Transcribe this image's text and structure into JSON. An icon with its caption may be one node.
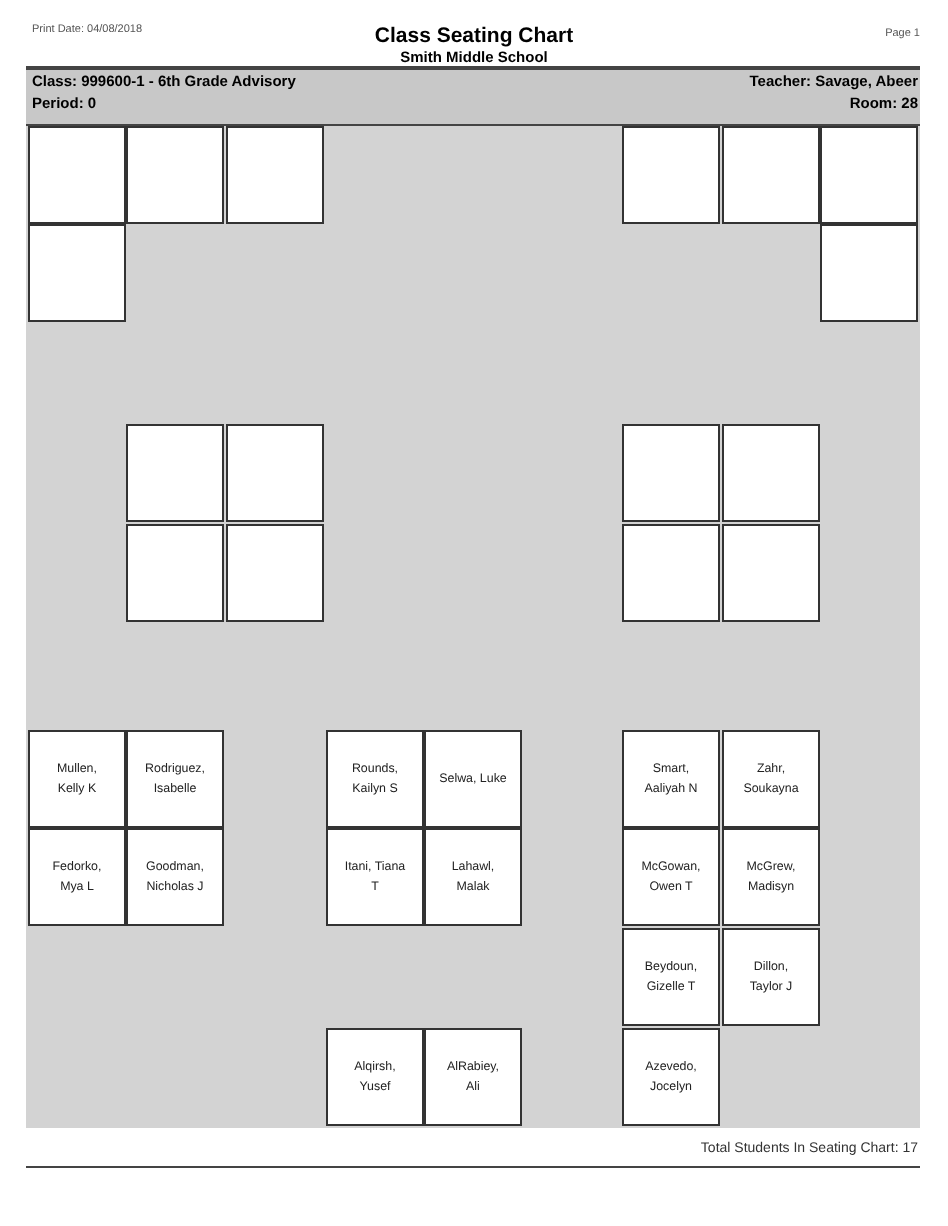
{
  "diagram": {
    "title": "Class Seating Chart",
    "nodes": [
      {
        "text": [],
        "shape": "box"
      },
      {
        "text": [],
        "shape": "box"
      },
      {
        "text": [],
        "shape": "box"
      },
      {
        "text": [],
        "shape": "box"
      },
      {
        "text": [],
        "shape": "box"
      },
      {
        "text": [],
        "shape": "box"
      },
      {
        "text": [],
        "shape": "box"
      },
      {
        "text": [],
        "shape": "box"
      },
      {
        "text": [],
        "shape": "box"
      },
      {
        "text": [],
        "shape": "box"
      },
      {
        "text": [],
        "shape": "box"
      },
      {
        "text": [],
        "shape": "box"
      },
      {
        "text": [],
        "shape": "box"
      },
      {
        "text": [],
        "shape": "box"
      },
      {
        "text": [],
        "shape": "box"
      },
      {
        "text": [],
        "shape": "box"
      },
      {
        "text": [
          "Mullen, Kelly K"
        ]
      },
      {
        "text": [
          "Rodriguez, Isabelle"
        ]
      },
      {
        "text": [
          "Rounds, Kailyn S"
        ]
      },
      {
        "text": [
          "Selwa, Luke"
        ]
      },
      {
        "text": [
          "Smart, Aaliyah N"
        ]
      },
      {
        "text": [
          "Zahr, Soukayna"
        ]
      },
      {
        "text": [
          "Fedorko, Mya L"
        ]
      },
      {
        "text": [
          "Goodman, Nicholas J"
        ]
      },
      {
        "text": [
          "Itani, Tiana T"
        ]
      },
      {
        "text": [
          "Lahawl, Malak"
        ]
      },
      {
        "text": [
          "McGowan, Owen T"
        ]
      },
      {
        "text": [
          "McGrew, Madisyn"
        ]
      },
      {
        "text": [
          "Beydoun, Gizelle T"
        ]
      },
      {
        "text": [
          "Dillon, Taylor J"
        ]
      },
      {
        "text": [
          "Alqirsh, Yusef"
        ]
      },
      {
        "text": [
          "AlRabiey, Ali"
        ]
      },
      {
        "text": [
          "Azevedo, Jocelyn"
        ]
      }
    ],
    "labels": [
      "Print Date: 04/08/2018",
      "Page 1",
      "Smith Middle School",
      "Class: 999600-1 - 6th Grade Advisory",
      "Teacher: Savage, Abeer",
      "Period: 0",
      "Room: 28",
      "Total Students In Seating Chart: 17"
    ]
  }
}
